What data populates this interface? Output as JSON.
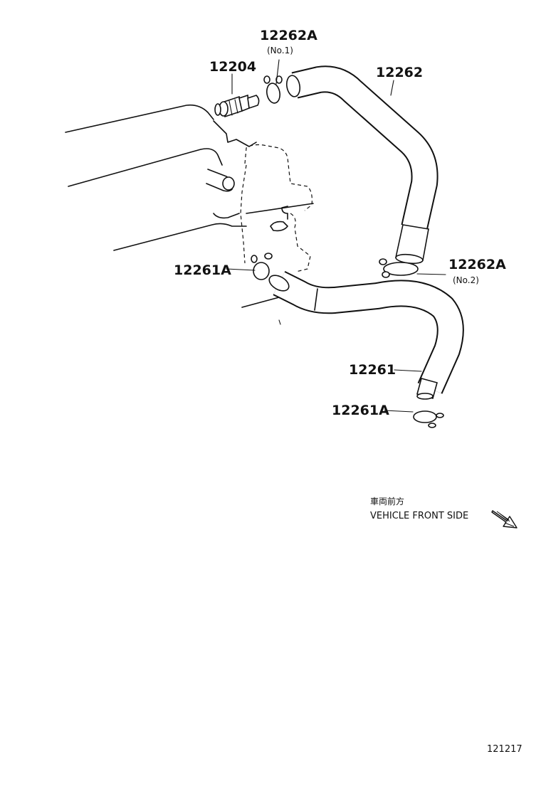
{
  "labels": {
    "p12262A_no1": "12262A",
    "p12262A_no1_sub": "(No.1)",
    "p12204": "12204",
    "p12262": "12262",
    "p12261A_upper": "12261A",
    "p12262A_no2": "12262A",
    "p12262A_no2_sub": "(No.2)",
    "p12261": "12261",
    "p12261A_lower": "12261A"
  },
  "direction_note": {
    "japanese": "車両前方",
    "english": "VEHICLE FRONT SIDE"
  },
  "reference_code": "121217"
}
